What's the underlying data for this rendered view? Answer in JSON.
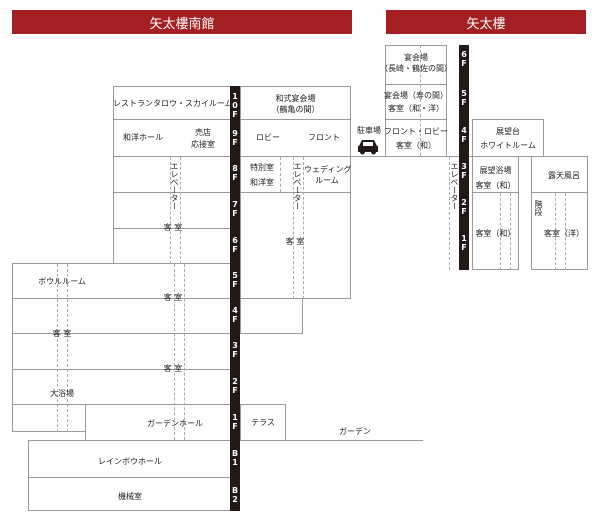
{
  "headers": {
    "south": "矢太樓南館",
    "main": "矢太樓"
  },
  "south_floors": [
    "10F",
    "9F",
    "8F",
    "7F",
    "6F",
    "5F",
    "4F",
    "3F",
    "2F",
    "1F",
    "B1",
    "B2"
  ],
  "main_floors": [
    "6F",
    "5F",
    "4F",
    "3F",
    "2F",
    "1F"
  ],
  "south_left": {
    "restaurant": "レストランタロウ・スカイルーム",
    "western_hall": "和洋ホール",
    "shop": "売店",
    "reception_room": "応接室",
    "elevator": "エレベーター",
    "guest_rooms_upper": "客 室",
    "bowl_room": "ボウルルーム",
    "guest_rooms_mid": "客 室",
    "guest_rooms_left": "客 室",
    "guest_rooms_low": "客 室",
    "bath": "大浴場",
    "garden_hall": "ガーデンホール",
    "rainbow_hall": "レインボウホール",
    "machine_room": "機械室"
  },
  "south_right": {
    "banquet_10f_line1": "和式宴会場",
    "banquet_10f_line2": "（鶴亀の間）",
    "lobby": "ロビー",
    "front": "フロント",
    "special_room": "特別室",
    "jp_west": "和洋室",
    "elevator": "エレベーター",
    "wedding_line1": "ウェディング",
    "wedding_line2": "ルーム",
    "guest_rooms": "客 室",
    "terrace": "テラス",
    "garden": "ガーデン"
  },
  "parking": "駐車場",
  "main": {
    "banquet_6f_line1": "宴会場",
    "banquet_6f_line2": "（長崎・鶴佐の間）",
    "banquet_5f_line1": "宴会場（寿の間）",
    "banquet_5f_line2": "客室（和・洋）",
    "front_lobby_line1": "フロント・ロビー",
    "front_lobby_line2": "客室（和）",
    "observatory_line1": "展望台",
    "observatory_line2": "ホワイトルーム",
    "elevator": "エレベーター",
    "obs_bath_line1": "展望浴場",
    "obs_bath_line2": "客室（和）",
    "open_bath": "露天風呂",
    "stairs": "階段",
    "room_jp": "客室（和）",
    "room_west": "客室（洋）"
  }
}
